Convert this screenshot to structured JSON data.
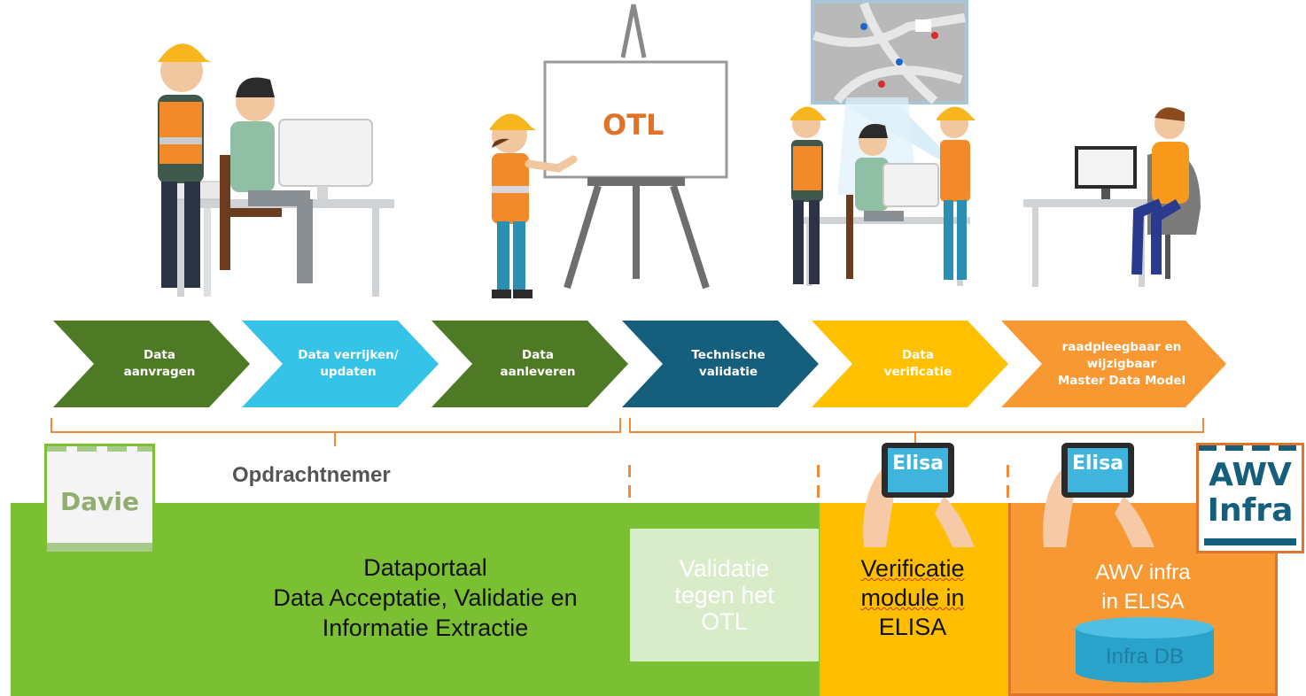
{
  "easel": {
    "label": "OTL"
  },
  "steps": [
    {
      "label": "Data\naanvragen",
      "color": "#4e7a25"
    },
    {
      "label": "Data verrijken/\nupdaten",
      "color": "#36c3e8"
    },
    {
      "label": "Data\naanleveren",
      "color": "#4e7a25"
    },
    {
      "label": "Technische\nvalidatie",
      "color": "#155e7c"
    },
    {
      "label": "Data\nverificatie",
      "color": "#ffc000"
    },
    {
      "label": "raadpleegbaar en\nwijzigbaar\nMaster Data Model",
      "color": "#f79832"
    }
  ],
  "bottom": {
    "section_label": "Opdrachtnemer",
    "davie_logo": "Davie",
    "awv_logo_line1": "AWV",
    "awv_logo_line2": "Infra",
    "green_text": "Dataportaal\nData Acceptatie, Validatie en\nInformatie Extractie",
    "validation_text": "Validatie\ntegen het\nOTL",
    "verification_text_1": "Verificatie",
    "verification_text_2": "module in",
    "verification_text_3": "ELISA",
    "awv_text": "AWV infra\nin ELISA",
    "db_label": "Infra DB",
    "tablet_label_1": "Elisa",
    "tablet_label_2": "Elisa"
  },
  "colors": {
    "green": "#7bc032",
    "yellow": "#ffbf00",
    "orange": "#f79832",
    "dark_green": "#4e7a25",
    "teal": "#155e7c",
    "cyan": "#36c3e8",
    "bracket": "#f08a3a"
  }
}
